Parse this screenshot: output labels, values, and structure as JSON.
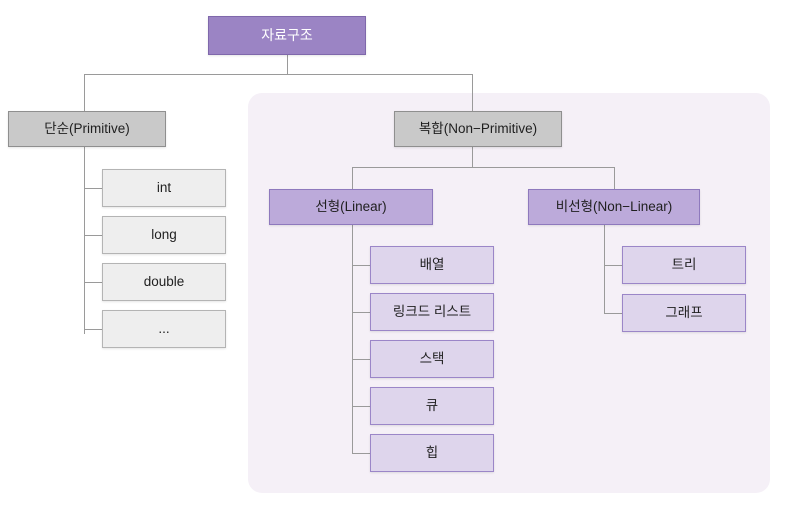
{
  "diagram": {
    "type": "tree",
    "title": "자료구조",
    "root": {
      "label": "자료구조",
      "color": "#9b84c4"
    },
    "branches": [
      {
        "id": "primitive",
        "label": "단순(Primitive)",
        "color": "#c9c9c9",
        "children": [
          {
            "label": "int"
          },
          {
            "label": "long"
          },
          {
            "label": "double"
          },
          {
            "label": "..."
          }
        ]
      },
      {
        "id": "non-primitive",
        "label": "복합(Non−Primitive)",
        "color": "#c9c9c9",
        "panel_color": "#f5f0f7",
        "children": [
          {
            "id": "linear",
            "label": "선형(Linear)",
            "color": "#bcaada",
            "children": [
              {
                "label": "배열"
              },
              {
                "label": "링크드 리스트"
              },
              {
                "label": "스택"
              },
              {
                "label": "큐"
              },
              {
                "label": "힙"
              }
            ]
          },
          {
            "id": "non-linear",
            "label": "비선형(Non−Linear)",
            "color": "#bcaada",
            "children": [
              {
                "label": "트리"
              },
              {
                "label": "그래프"
              }
            ]
          }
        ]
      }
    ],
    "colors": {
      "root_fill": "#9b84c4",
      "root_border": "#7f68ab",
      "gray_fill": "#c9c9c9",
      "gray_border": "#8f8f8f",
      "gray_leaf_fill": "#eeeeee",
      "gray_leaf_border": "#b4b4b4",
      "purple_fill": "#bcaada",
      "purple_border": "#8e79bd",
      "purple_leaf_fill": "#ded5ec",
      "purple_leaf_border": "#9b86c8",
      "panel_fill": "#f5f0f7",
      "connector": "#9a9a9a"
    }
  }
}
